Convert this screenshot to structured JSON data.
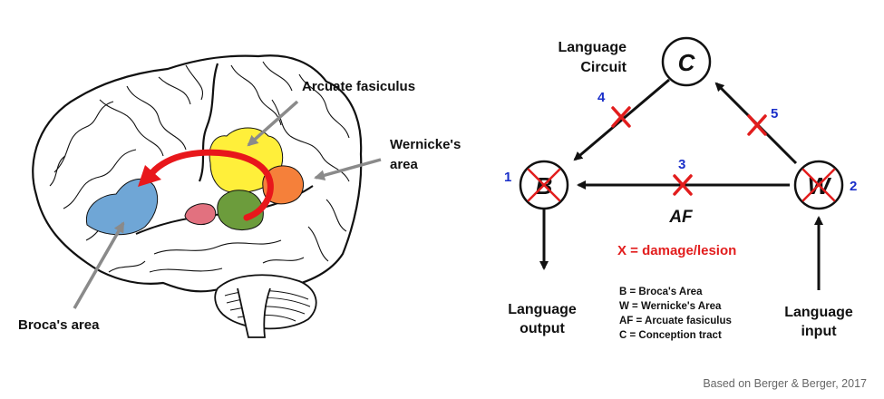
{
  "brain": {
    "labels": {
      "arcuate": "Arcuate fasiculus",
      "wernicke_line1": "Wernicke's",
      "wernicke_line2": "area",
      "broca": "Broca's area"
    },
    "colors": {
      "broca": "#6fa6d6",
      "arcuate": "#ffef3a",
      "wernicke": "#f5803a",
      "green": "#6c9c3c",
      "pink": "#e2717f",
      "arrow": "#e8171b",
      "pointer": "#8a8a8a"
    }
  },
  "circuit": {
    "title_line1": "Language",
    "title_line2": "Circuit",
    "nodes": {
      "c": "C",
      "b": "B",
      "w": "W"
    },
    "numbers": {
      "n1": "1",
      "n2": "2",
      "n3": "3",
      "n4": "4",
      "n5": "5"
    },
    "af_label": "AF",
    "lesion_legend": "X = damage/lesion",
    "output_line1": "Language",
    "output_line2": "output",
    "input_line1": "Language",
    "input_line2": "input",
    "legend": [
      "B = Broca's Area",
      "W = Wernicke's Area",
      "AF = Arcuate fasiculus",
      "C = Conception tract"
    ],
    "colors": {
      "lesion": "#e21d1d",
      "number": "#1a2fc9",
      "line": "#111111"
    }
  },
  "credit": "Based on Berger & Berger, 2017"
}
